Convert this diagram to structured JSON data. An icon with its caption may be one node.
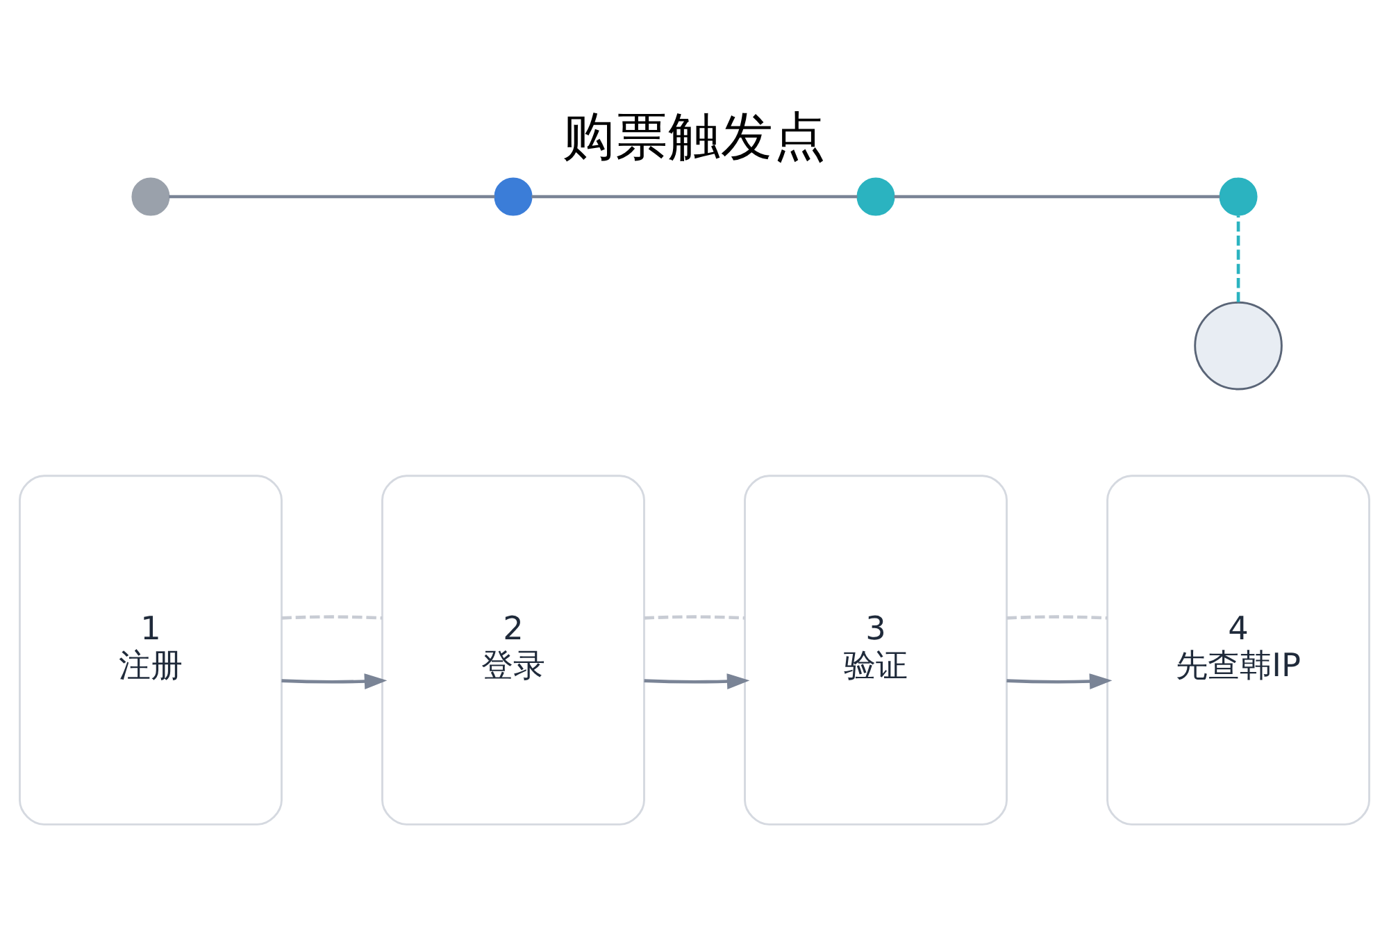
{
  "diagram": {
    "title": "购票触发点",
    "nodes": [
      {
        "text": [
          "1",
          "注册"
        ]
      },
      {
        "text": [
          "2",
          "登录"
        ]
      },
      {
        "text": [
          "3",
          "验证"
        ]
      },
      {
        "text": [
          "4",
          "先查韩IP"
        ]
      },
      {
        "text": [],
        "shape": "circle"
      },
      {
        "text": [],
        "shape": "circle"
      },
      {
        "text": [],
        "shape": "circle"
      },
      {
        "text": [],
        "shape": "circle"
      },
      {
        "text": [],
        "shape": "circle"
      }
    ],
    "edges": [
      {
        "from": 0,
        "to": 1,
        "arrow": "to"
      },
      {
        "from": 1,
        "to": 2,
        "arrow": "to"
      },
      {
        "from": 2,
        "to": 3,
        "arrow": "to"
      },
      {
        "from": 0,
        "to": 1,
        "arrow": "none",
        "style": "dashed",
        "color": "#c8ccd4"
      },
      {
        "from": 1,
        "to": 2,
        "arrow": "none",
        "style": "dashed",
        "color": "#c8ccd4"
      },
      {
        "from": 2,
        "to": 3,
        "arrow": "none",
        "style": "dashed",
        "color": "#c8ccd4"
      },
      {
        "from": 4,
        "to": 5,
        "arrow": "none"
      },
      {
        "from": 5,
        "to": 6,
        "arrow": "none"
      },
      {
        "from": 6,
        "to": 7,
        "arrow": "none"
      },
      {
        "from": 8,
        "to": 7,
        "arrow": "none",
        "style": "dashed",
        "color": "#2bb3c0"
      }
    ]
  }
}
